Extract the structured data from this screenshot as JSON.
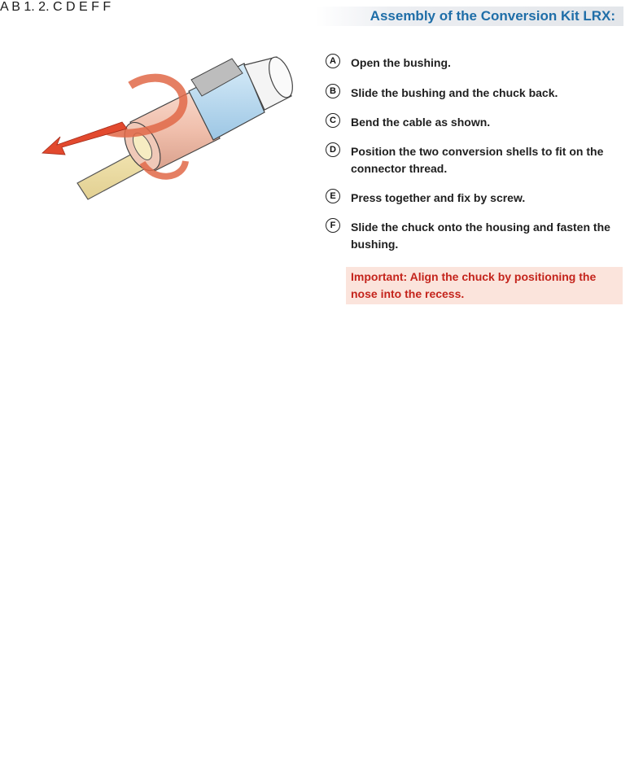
{
  "title": "Assembly of the Conversion Kit LRX:",
  "steps": [
    {
      "letter": "A",
      "text": "Open the bushing."
    },
    {
      "letter": "B",
      "text": "Slide the bushing and the chuck back."
    },
    {
      "letter": "C",
      "text": "Bend the cable as shown."
    },
    {
      "letter": "D",
      "text": "Position the two conversion shells to fit on the connector thread."
    },
    {
      "letter": "E",
      "text": "Press together and fix by screw."
    },
    {
      "letter": "F",
      "text": "Slide the chuck onto the housing and fasten the bushing."
    }
  ],
  "important": "Important:  Align the chuck by positioning the nose into the recess.",
  "figure_labels": {
    "a": "A",
    "b": "B",
    "c": "C",
    "d": "D",
    "e": "E",
    "f": "F",
    "zoom_f": "F",
    "arrow_1": "1.",
    "arrow_2": "2."
  },
  "colors": {
    "title": "#1f6ea8",
    "important_bg": "#fbe4dc",
    "important_text": "#c4241c",
    "arrow_red": "#d9241c",
    "arrow_orange": "#e8821e",
    "bushing": "#f2c8b8",
    "ring_blue": "#b8d8ee",
    "cable": "#f6ecc2",
    "ring_green": "#b7dcc6"
  }
}
